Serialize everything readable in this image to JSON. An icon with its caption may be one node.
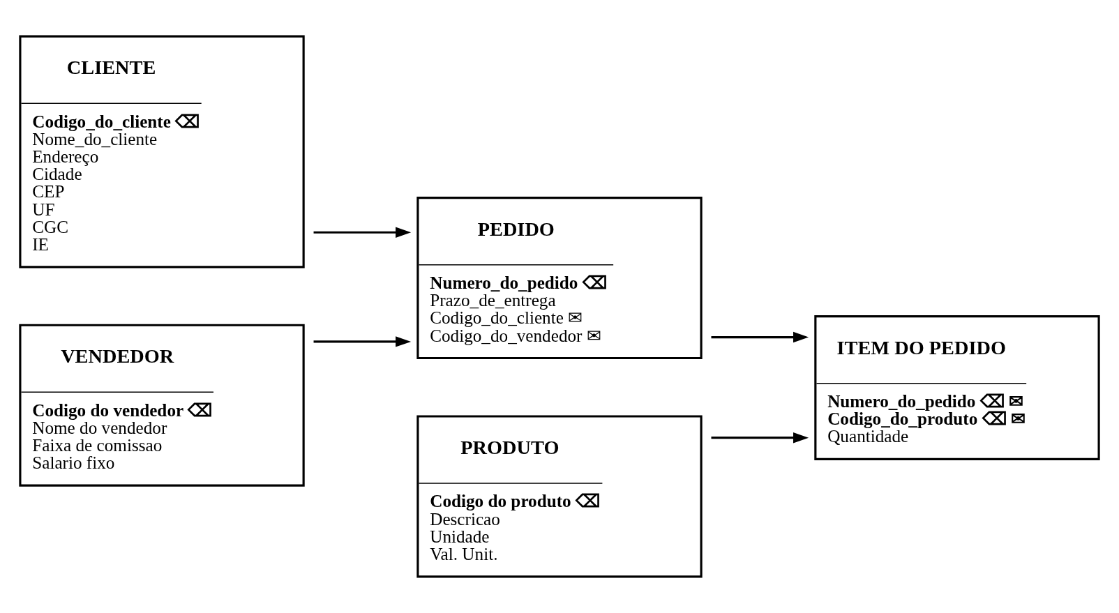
{
  "diagram": {
    "nodes": [
      {
        "text": [
          "CLIENTE",
          "Codigo_do_cliente ⌫",
          "Nome_do_cliente",
          "Endereço",
          "Cidade",
          "CEP",
          "UF",
          "CGC",
          "IE"
        ]
      },
      {
        "text": [
          "PEDIDO",
          "Numero_do_pedido ⌫",
          "Prazo_de_entrega",
          "Codigo_do_cliente ✉",
          "Codigo_do_vendedor ✉"
        ]
      },
      {
        "text": [
          "ITEM DO PEDIDO",
          "Numero_do_pedido ⌫ ✉",
          "Codigo_do_produto ⌫ ✉",
          "Quantidade"
        ]
      },
      {
        "text": [
          "VENDEDOR",
          "Codigo do vendedor ⌫",
          "Nome do vendedor",
          "Faixa de comissao",
          "Salario fixo"
        ]
      },
      {
        "text": [
          "PRODUTO",
          "Codigo do produto ⌫",
          "Descricao",
          "Unidade",
          "Val. Unit."
        ]
      }
    ],
    "edges": [
      {
        "from": 0,
        "to": 1,
        "arrow": "to"
      },
      {
        "from": 3,
        "to": 1,
        "arrow": "to"
      },
      {
        "from": 1,
        "to": 2,
        "arrow": "to"
      },
      {
        "from": 4,
        "to": 2,
        "arrow": "to"
      }
    ]
  }
}
